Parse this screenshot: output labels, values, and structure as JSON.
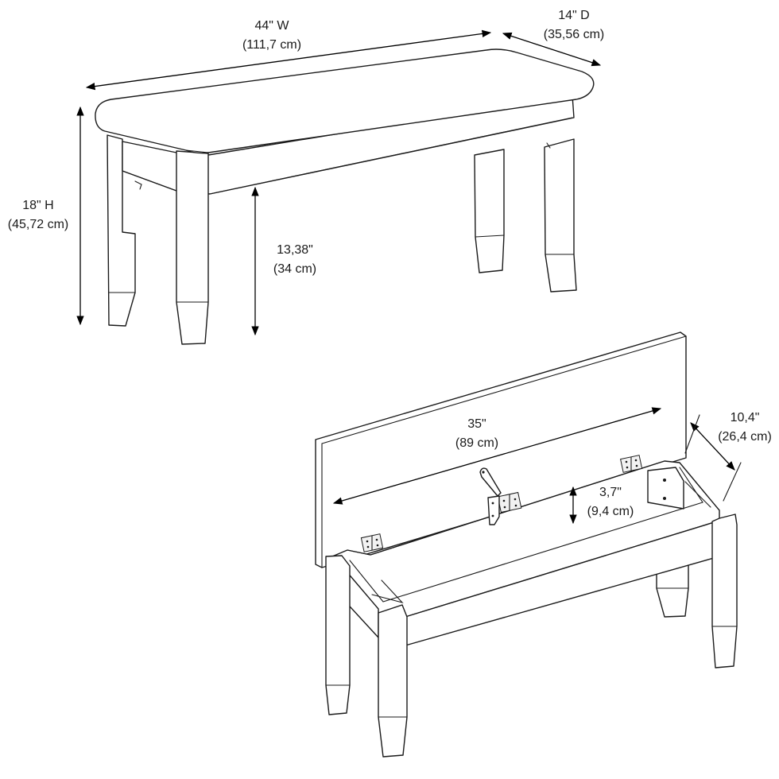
{
  "diagram": {
    "bench_width": {
      "imperial": "44\" W",
      "metric": "(111,7 cm)"
    },
    "bench_depth": {
      "imperial": "14\" D",
      "metric": "(35,56 cm)"
    },
    "bench_height": {
      "imperial": "18\" H",
      "metric": "(45,72 cm)"
    },
    "leg_clearance": {
      "imperial": "13,38\"",
      "metric": "(34 cm)"
    },
    "storage_width": {
      "imperial": "35\"",
      "metric": "(89 cm)"
    },
    "storage_depth": {
      "imperial": "10,4\"",
      "metric": "(26,4 cm)"
    },
    "storage_height": {
      "imperial": "3,7\"",
      "metric": "(9,4 cm)"
    }
  },
  "colors": {
    "line": "#1a1a1a",
    "background": "#ffffff"
  }
}
